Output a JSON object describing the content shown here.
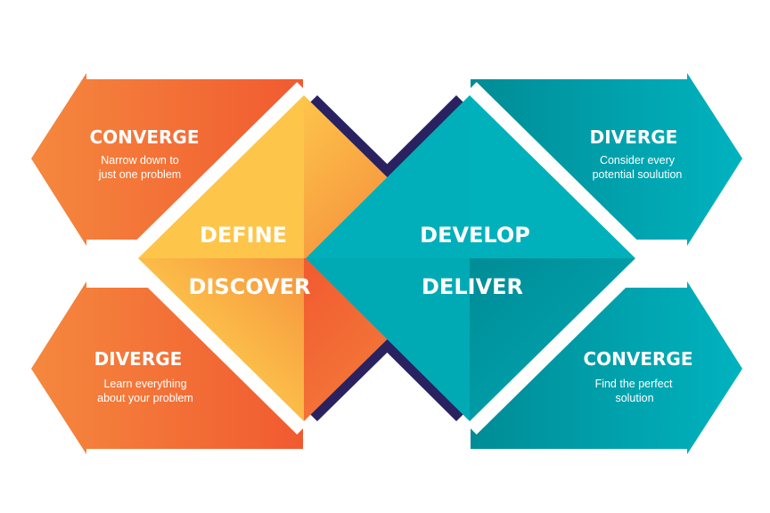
{
  "quadrants": {
    "top_left": {
      "heading": "CONVERGE",
      "line1": "Narrow down to",
      "line2": "just one problem"
    },
    "bottom_left": {
      "heading": "DIVERGE",
      "line1": "Learn everything",
      "line2": "about your problem"
    },
    "top_right": {
      "heading": "DIVERGE",
      "line1": "Consider every",
      "line2": "potential soulution"
    },
    "bottom_right": {
      "heading": "CONVERGE",
      "line1": "Find the perfect",
      "line2": "solution"
    }
  },
  "phases": {
    "define": "DEFINE",
    "discover": "DISCOVER",
    "develop": "DEVELOP",
    "deliver": "DELIVER"
  },
  "colors": {
    "orange_light": "#f5883e",
    "orange_dark": "#f15a30",
    "yellow": "#fdc54a",
    "teal_light": "#00b3bf",
    "teal_dark": "#008c96",
    "navy": "#2a2260"
  }
}
